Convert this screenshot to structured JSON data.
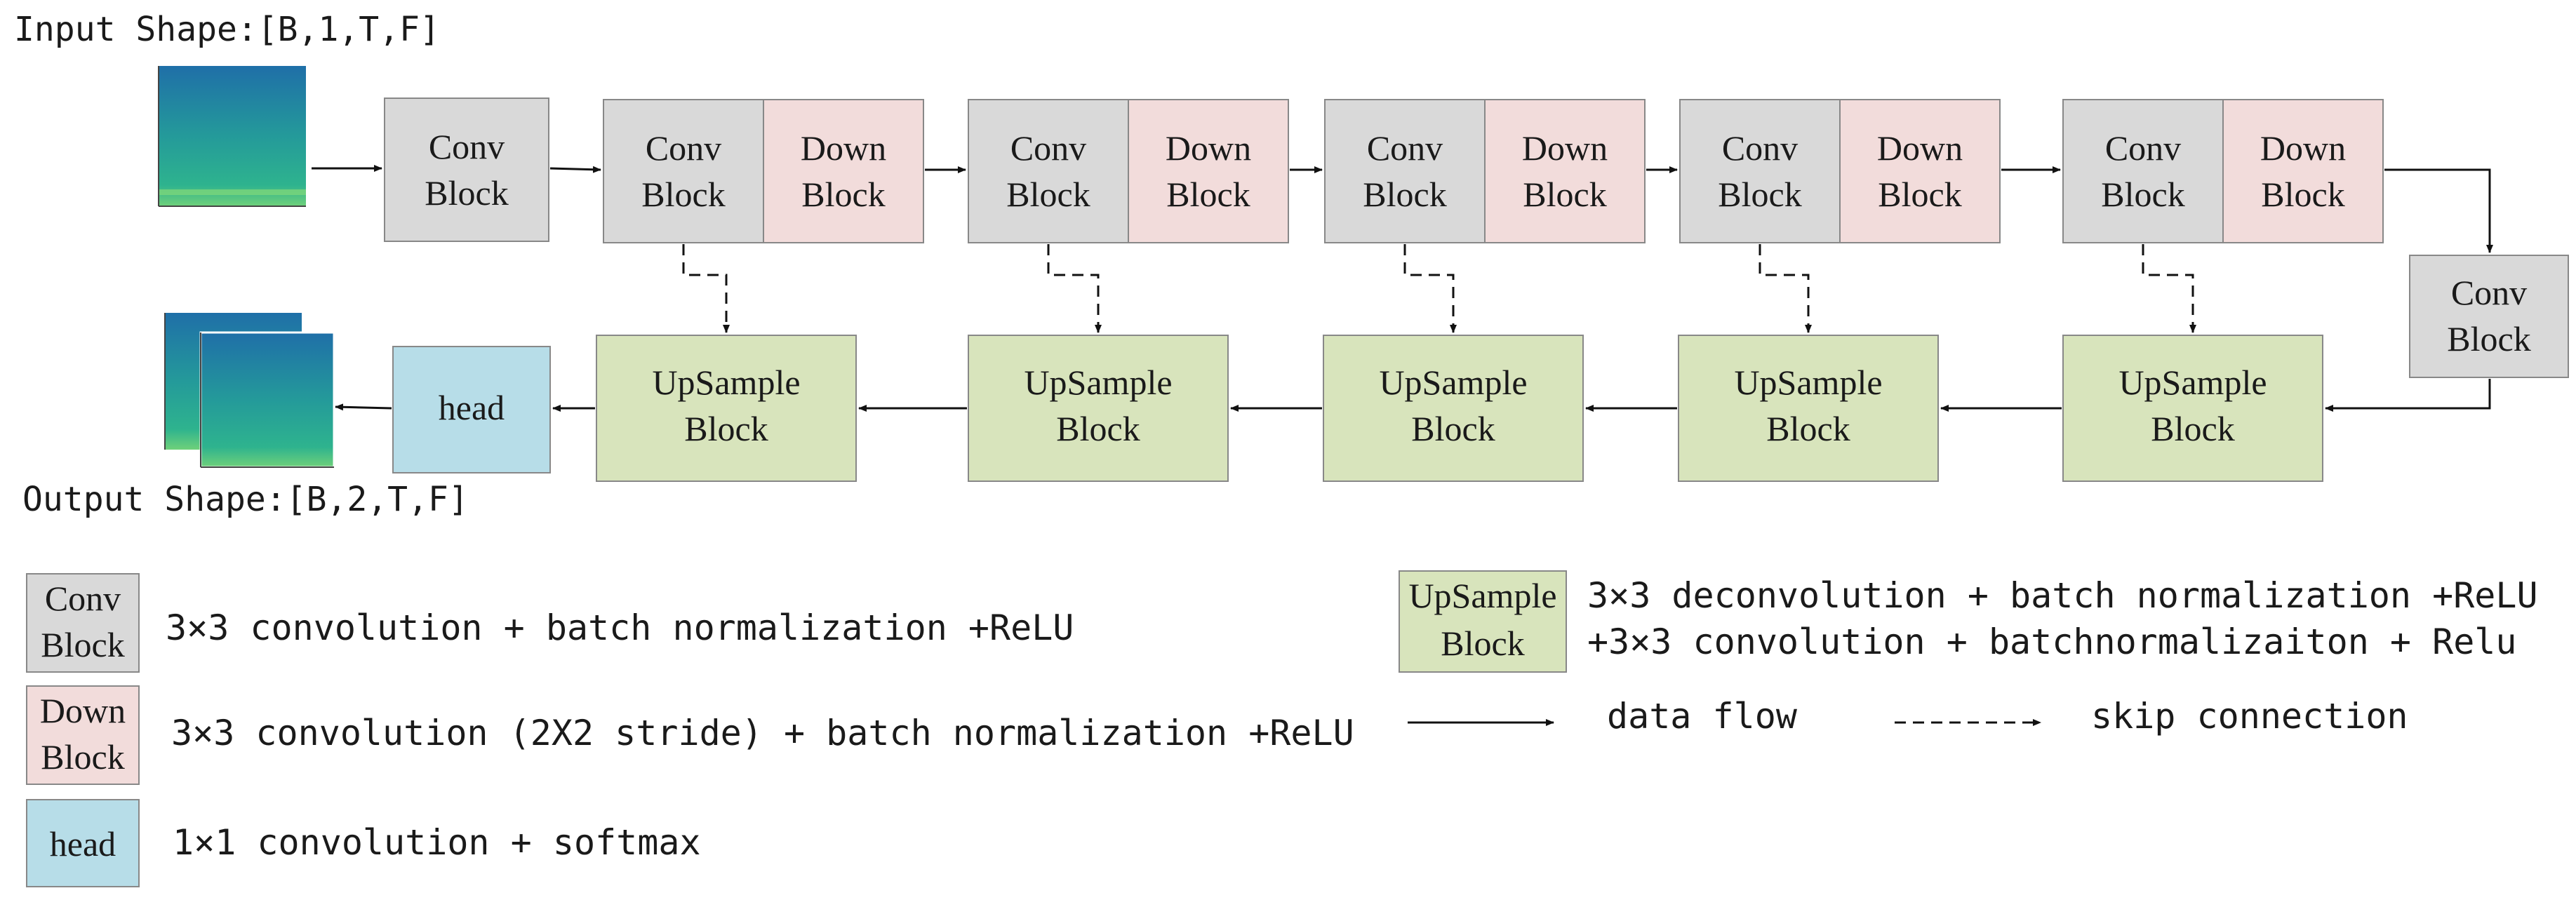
{
  "labels": {
    "input_shape": "Input Shape:[B,1,T,F]",
    "output_shape": "Output Shape:[B,2,T,F]"
  },
  "blocks": {
    "conv_l1": "Conv",
    "conv_l2": "Block",
    "down_l1": "Down",
    "down_l2": "Block",
    "up_l1": "UpSample",
    "up_l2": "Block",
    "head": "head"
  },
  "legend": {
    "conv_desc": "3×3 convolution + batch normalization +ReLU",
    "down_desc": "3×3 convolution (2X2 stride) + batch normalization +ReLU",
    "head_desc": "1×1 convolution + softmax",
    "up_desc_1": "3×3 deconvolution + batch normalization +ReLU",
    "up_desc_2": "+3×3 convolution + batchnormalizaiton + Relu",
    "data_flow": "data flow",
    "skip_connection": "skip connection"
  },
  "colors": {
    "conv": "#d9d9d9",
    "down": "#f2dcdb",
    "upsample": "#d8e4bc",
    "head": "#b7dde8",
    "spectrogram": "#2a9d8f"
  },
  "icons": {
    "input_image": "spectrogram-icon",
    "output_image": "spectrogram-stack-icon"
  }
}
